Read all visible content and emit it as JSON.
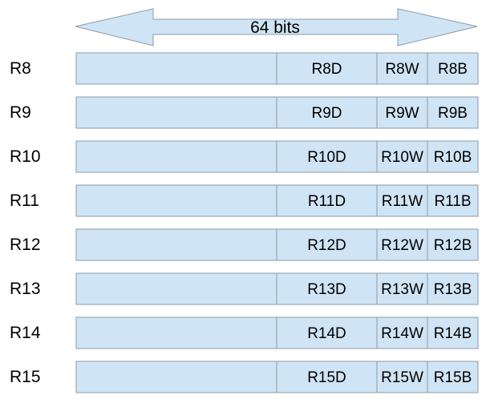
{
  "width_label": "64 bits",
  "colors": {
    "fill": "#cfe4f4",
    "stroke": "#8d9ba8"
  },
  "registers": [
    {
      "name": "R8",
      "dword": "R8D",
      "word": "R8W",
      "byte": "R8B"
    },
    {
      "name": "R9",
      "dword": "R9D",
      "word": "R9W",
      "byte": "R9B"
    },
    {
      "name": "R10",
      "dword": "R10D",
      "word": "R10W",
      "byte": "R10B"
    },
    {
      "name": "R11",
      "dword": "R11D",
      "word": "R11W",
      "byte": "R11B"
    },
    {
      "name": "R12",
      "dword": "R12D",
      "word": "R12W",
      "byte": "R12B"
    },
    {
      "name": "R13",
      "dword": "R13D",
      "word": "R13W",
      "byte": "R13B"
    },
    {
      "name": "R14",
      "dword": "R14D",
      "word": "R14W",
      "byte": "R14B"
    },
    {
      "name": "R15",
      "dword": "R15D",
      "word": "R15W",
      "byte": "R15B"
    }
  ]
}
